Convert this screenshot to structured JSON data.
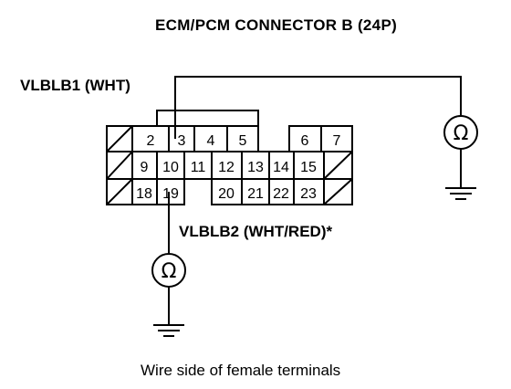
{
  "title": "ECM/PCM CONNECTOR B (24P)",
  "wire1_label": "VLBLB1 (WHT)",
  "wire2_label": "VLBLB2 (WHT/RED)*",
  "caption": "Wire side of female terminals",
  "ohm_symbol": "Ω",
  "connector": {
    "row1": [
      "",
      "2",
      "3",
      "4",
      "5",
      "",
      "6",
      "7"
    ],
    "row2": [
      "",
      "9",
      "10",
      "11",
      "12",
      "13",
      "14",
      "15",
      ""
    ],
    "row3": [
      "",
      "18",
      "19",
      "",
      "20",
      "21",
      "22",
      "23",
      ""
    ]
  }
}
